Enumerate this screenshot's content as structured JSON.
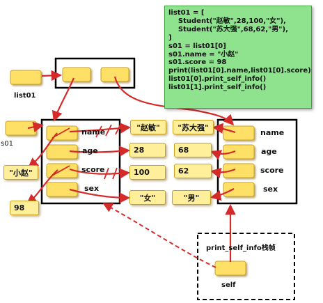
{
  "code_lines": [
    "list01 = [",
    "    Student(\"赵敏\",28,100,\"女\"),",
    "    Student(\"苏大强\",68,62,\"男\"),",
    "]",
    "s01 = list01[0]",
    "s01.name = \"小赵\"",
    "s01.score = 98",
    "print(list01[0].name,list01[0].score)",
    "list01[0].print_self_info()",
    "list01[1].print_self_info()"
  ],
  "variables": {
    "list01": "list01",
    "s01": "s01",
    "self": "self"
  },
  "attributes": [
    "name",
    "age",
    "score",
    "sex"
  ],
  "obj1_values": {
    "name_old": "\"赵敏\"",
    "name_new": "\"小赵\"",
    "age": "28",
    "score_old": "100",
    "score_new": "98",
    "sex": "\"女\""
  },
  "obj2_values": {
    "name": "\"苏大强\"",
    "age": "68",
    "score": "62",
    "sex": "\"男\""
  },
  "stack_frame_title": "print_self_info栈帧",
  "colors": {
    "cell_fill": "#ffe066",
    "value_fill": "#ffef9a",
    "arrow": "#d42a2a",
    "code_bg": "#8fe38f"
  }
}
